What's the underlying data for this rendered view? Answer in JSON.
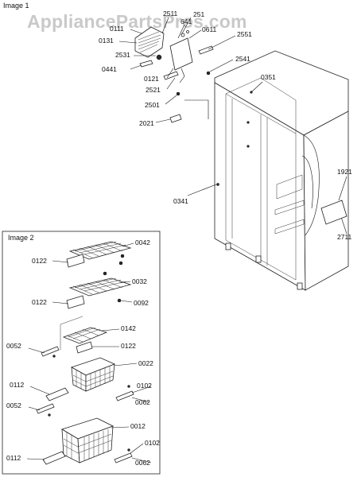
{
  "watermark": "AppliancePartsPros.com",
  "panel1": {
    "title": "Image 1",
    "labels": [
      "0111",
      "2511",
      "251",
      "641",
      "0611",
      "0131",
      "2531",
      "2551",
      "0441",
      "2541",
      "0121",
      "2521",
      "2501",
      "0351",
      "2021",
      "1921",
      "0341",
      "2711"
    ]
  },
  "panel2": {
    "title": "Image 2",
    "labels": [
      "0042",
      "0122",
      "0032",
      "0122",
      "0092",
      "0142",
      "0052",
      "0122",
      "0022",
      "0112",
      "0102",
      "0062",
      "0052",
      "0012",
      "0102",
      "0112",
      "0062"
    ]
  }
}
